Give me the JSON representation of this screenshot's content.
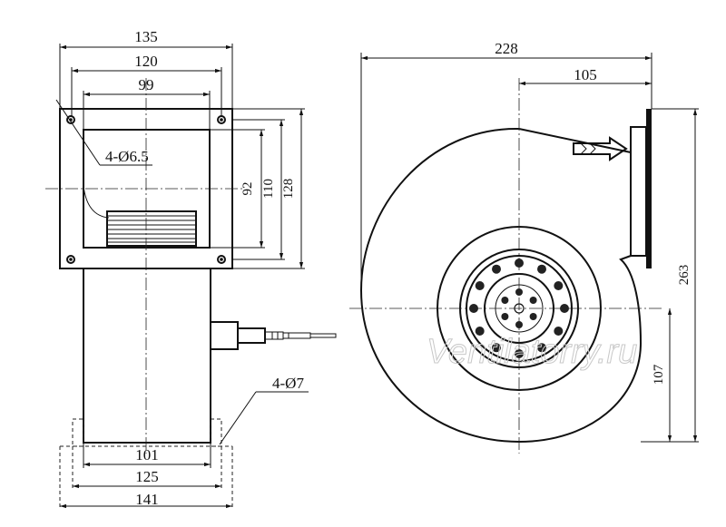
{
  "dimensions": {
    "side": {
      "d135": "135",
      "d120": "120",
      "d99": "99",
      "holes_top": "4-Ø6.5",
      "d92": "92",
      "d110": "110",
      "d128": "128",
      "holes_bottom": "4-Ø7",
      "d101": "101",
      "d125": "125",
      "d141": "141"
    },
    "front": {
      "d228": "228",
      "d105": "105",
      "d263": "263",
      "d107": "107"
    }
  },
  "watermark": "Ventilatorry.ru"
}
